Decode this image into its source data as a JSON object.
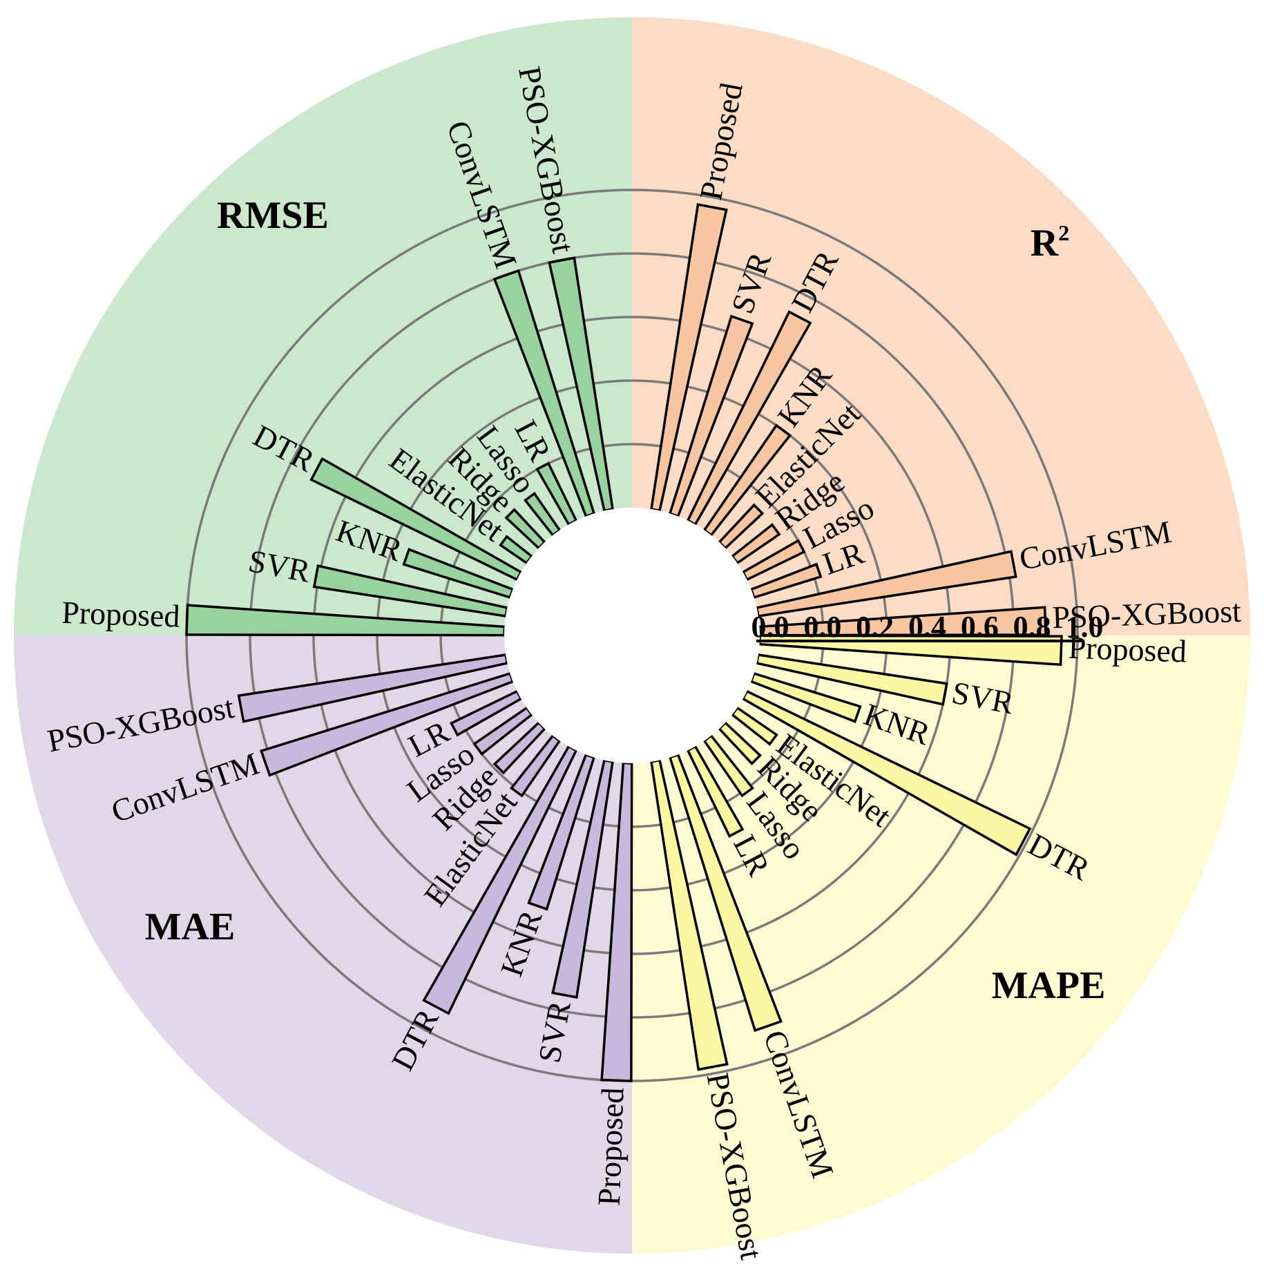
{
  "chart_data": {
    "type": "bar",
    "layout": "radial",
    "axis": {
      "range": [
        0,
        1.0
      ],
      "ticks": [
        "0.0",
        "0.0",
        "0.2",
        "0.4",
        "0.6",
        "0.8",
        "1.0"
      ],
      "grid": true
    },
    "groups": [
      {
        "title": "R",
        "title_sup": "2",
        "colors": {
          "background": "#fcdcc4",
          "bar": "#f7c5a0"
        },
        "categories": [
          "PSO-XGBoost",
          "ConvLSTM",
          "LR",
          "Lasso",
          "Ridge",
          "ElasticNet",
          "KNR",
          "DTR",
          "SVR",
          "Proposed"
        ],
        "values": [
          0.9,
          0.82,
          0.22,
          0.2,
          0.16,
          0.16,
          0.4,
          0.73,
          0.65,
          0.97
        ]
      },
      {
        "title": "MAPE",
        "title_sup": "",
        "colors": {
          "background": "#fdfbd2",
          "bar": "#fcf7a2"
        },
        "categories": [
          "Proposed",
          "SVR",
          "KNR",
          "DTR",
          "ElasticNet",
          "Ridge",
          "Lasso",
          "LR",
          "ConvLSTM",
          "PSO-XGBoost"
        ],
        "values": [
          0.95,
          0.6,
          0.35,
          0.99,
          0.15,
          0.15,
          0.21,
          0.3,
          0.9,
          0.98
        ]
      },
      {
        "title": "MAE",
        "title_sup": "",
        "colors": {
          "background": "#e0d7e9",
          "bar": "#c7b8dc"
        },
        "categories": [
          "Proposed",
          "SVR",
          "KNR",
          "DTR",
          "ElasticNet",
          "Ridge",
          "Lasso",
          "LR",
          "ConvLSTM",
          "PSO-XGBoost"
        ],
        "values": [
          1.0,
          0.75,
          0.5,
          0.92,
          0.21,
          0.19,
          0.2,
          0.23,
          0.82,
          0.85
        ]
      },
      {
        "title": "RMSE",
        "title_sup": "",
        "colors": {
          "background": "#cbe7cc",
          "bar": "#98d29e"
        },
        "categories": [
          "Proposed",
          "SVR",
          "KNR",
          "DTR",
          "ElasticNet",
          "Ridge",
          "Lasso",
          "LR",
          "ConvLSTM",
          "PSO-XGBoost"
        ],
        "values": [
          1.0,
          0.61,
          0.35,
          0.72,
          0.1,
          0.14,
          0.14,
          0.2,
          0.8,
          0.8
        ]
      }
    ]
  }
}
